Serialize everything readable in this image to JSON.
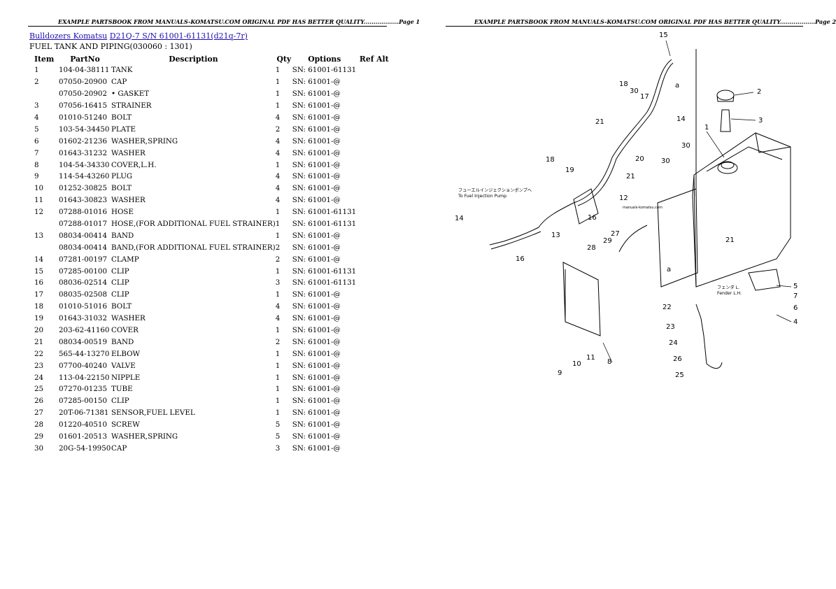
{
  "headers": {
    "page1": "EXAMPLE PARTSBOOK FROM MANUALS-KOMATSU.COM ORIGINAL PDF HAS BETTER QUALITY..................Page 1",
    "page2": "EXAMPLE PARTSBOOK FROM MANUALS-KOMATSU.COM ORIGINAL PDF HAS BETTER QUALITY..................Page 2"
  },
  "breadcrumb": {
    "link1": "Bulldozers Komatsu",
    "link2": "D21Q-7 S/N 61001-61131(d21q-7r)"
  },
  "section_title": "FUEL TANK AND PIPING(030060 : 1301)",
  "columns": [
    "Item",
    "PartNo",
    "Description",
    "Qty",
    "Options",
    "Ref Alt"
  ],
  "rows": [
    {
      "item": "1",
      "part": "104-04-38111",
      "desc": "TANK",
      "qty": "1",
      "opt": "SN: 61001-61131"
    },
    {
      "item": "2",
      "part": "07050-20900",
      "desc": "CAP",
      "qty": "1",
      "opt": "SN: 61001-@"
    },
    {
      "item": "",
      "part": "07050-20902",
      "desc": "• GASKET",
      "qty": "1",
      "opt": "SN: 61001-@"
    },
    {
      "item": "3",
      "part": "07056-16415",
      "desc": "STRAINER",
      "qty": "1",
      "opt": "SN: 61001-@"
    },
    {
      "item": "4",
      "part": "01010-51240",
      "desc": "BOLT",
      "qty": "4",
      "opt": "SN: 61001-@"
    },
    {
      "item": "5",
      "part": "103-54-34450",
      "desc": "PLATE",
      "qty": "2",
      "opt": "SN: 61001-@"
    },
    {
      "item": "6",
      "part": "01602-21236",
      "desc": "WASHER,SPRING",
      "qty": "4",
      "opt": "SN: 61001-@"
    },
    {
      "item": "7",
      "part": "01643-31232",
      "desc": "WASHER",
      "qty": "4",
      "opt": "SN: 61001-@"
    },
    {
      "item": "8",
      "part": "104-54-34330",
      "desc": "COVER,L.H.",
      "qty": "1",
      "opt": "SN: 61001-@"
    },
    {
      "item": "9",
      "part": "114-54-43260",
      "desc": "PLUG",
      "qty": "4",
      "opt": "SN: 61001-@"
    },
    {
      "item": "10",
      "part": "01252-30825",
      "desc": "BOLT",
      "qty": "4",
      "opt": "SN: 61001-@"
    },
    {
      "item": "11",
      "part": "01643-30823",
      "desc": "WASHER",
      "qty": "4",
      "opt": "SN: 61001-@"
    },
    {
      "item": "12",
      "part": "07288-01016",
      "desc": "HOSE",
      "qty": "1",
      "opt": "SN: 61001-61131"
    },
    {
      "item": "",
      "part": "07288-01017",
      "desc": "HOSE,(FOR ADDITIONAL FUEL STRAINER)",
      "qty": "1",
      "opt": "SN: 61001-61131"
    },
    {
      "item": "13",
      "part": "08034-00414",
      "desc": "BAND",
      "qty": "1",
      "opt": "SN: 61001-@"
    },
    {
      "item": "",
      "part": "08034-00414",
      "desc": "BAND,(FOR ADDITIONAL FUEL STRAINER)",
      "qty": "2",
      "opt": "SN: 61001-@"
    },
    {
      "item": "14",
      "part": "07281-00197",
      "desc": "CLAMP",
      "qty": "2",
      "opt": "SN: 61001-@"
    },
    {
      "item": "15",
      "part": "07285-00100",
      "desc": "CLIP",
      "qty": "1",
      "opt": "SN: 61001-61131"
    },
    {
      "item": "16",
      "part": "08036-02514",
      "desc": "CLIP",
      "qty": "3",
      "opt": "SN: 61001-61131"
    },
    {
      "item": "17",
      "part": "08035-02508",
      "desc": "CLIP",
      "qty": "1",
      "opt": "SN: 61001-@"
    },
    {
      "item": "18",
      "part": "01010-51016",
      "desc": "BOLT",
      "qty": "4",
      "opt": "SN: 61001-@"
    },
    {
      "item": "19",
      "part": "01643-31032",
      "desc": "WASHER",
      "qty": "4",
      "opt": "SN: 61001-@"
    },
    {
      "item": "20",
      "part": "203-62-41160",
      "desc": "COVER",
      "qty": "1",
      "opt": "SN: 61001-@"
    },
    {
      "item": "21",
      "part": "08034-00519",
      "desc": "BAND",
      "qty": "2",
      "opt": "SN: 61001-@"
    },
    {
      "item": "22",
      "part": "565-44-13270",
      "desc": "ELBOW",
      "qty": "1",
      "opt": "SN: 61001-@"
    },
    {
      "item": "23",
      "part": "07700-40240",
      "desc": "VALVE",
      "qty": "1",
      "opt": "SN: 61001-@"
    },
    {
      "item": "24",
      "part": "113-04-22150",
      "desc": "NIPPLE",
      "qty": "1",
      "opt": "SN: 61001-@"
    },
    {
      "item": "25",
      "part": "07270-01235",
      "desc": "TUBE",
      "qty": "1",
      "opt": "SN: 61001-@"
    },
    {
      "item": "26",
      "part": "07285-00150",
      "desc": "CLIP",
      "qty": "1",
      "opt": "SN: 61001-@"
    },
    {
      "item": "27",
      "part": "20T-06-71381",
      "desc": "SENSOR,FUEL LEVEL",
      "qty": "1",
      "opt": "SN: 61001-@"
    },
    {
      "item": "28",
      "part": "01220-40510",
      "desc": "SCREW",
      "qty": "5",
      "opt": "SN: 61001-@"
    },
    {
      "item": "29",
      "part": "01601-20513",
      "desc": "WASHER,SPRING",
      "qty": "5",
      "opt": "SN: 61001-@"
    },
    {
      "item": "30",
      "part": "20G-54-19950",
      "desc": "CAP",
      "qty": "3",
      "opt": "SN: 61001-@"
    }
  ],
  "diagram": {
    "callouts": [
      "1",
      "2",
      "3",
      "4",
      "5",
      "6",
      "7",
      "8",
      "9",
      "10",
      "11",
      "12",
      "13",
      "14",
      "15",
      "16",
      "17",
      "18",
      "19",
      "20",
      "21",
      "22",
      "23",
      "24",
      "25",
      "26",
      "27",
      "28",
      "29",
      "30",
      "a"
    ],
    "fuel_pump_note_jp": "フューエルインジェクションポンプへ",
    "fuel_pump_note": "To Fuel Injection Pump",
    "fender_note_jp": "フェンダ L.",
    "fender_note": "Fender L.H.",
    "watermark": "manuals-komatsu.com"
  }
}
